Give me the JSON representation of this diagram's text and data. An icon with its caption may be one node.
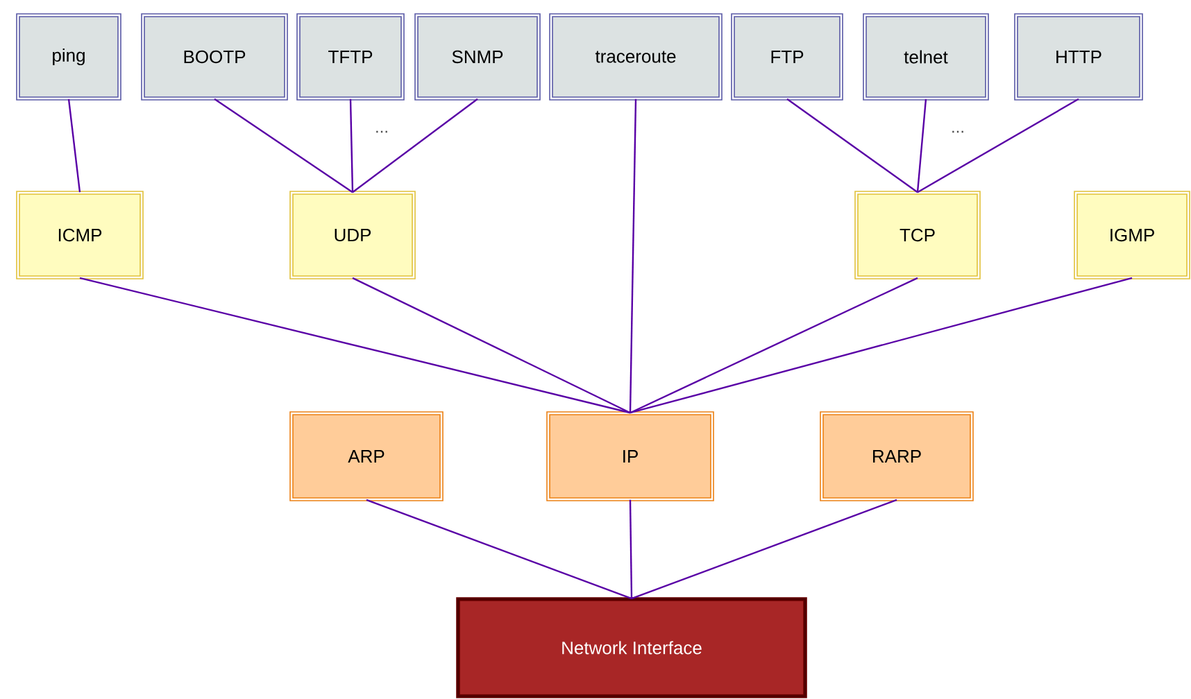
{
  "diagram": {
    "nodes": [
      {
        "text": [
          "ping"
        ]
      },
      {
        "text": [
          "BOOTP"
        ]
      },
      {
        "text": [
          "TFTP"
        ]
      },
      {
        "text": [
          "SNMP"
        ]
      },
      {
        "text": [
          "traceroute"
        ]
      },
      {
        "text": [
          "FTP"
        ]
      },
      {
        "text": [
          "telnet"
        ]
      },
      {
        "text": [
          "HTTP"
        ]
      },
      {
        "text": [
          "ICMP"
        ]
      },
      {
        "text": [
          "UDP"
        ]
      },
      {
        "text": [
          "TCP"
        ]
      },
      {
        "text": [
          "IGMP"
        ]
      },
      {
        "text": [
          "ARP"
        ]
      },
      {
        "text": [
          "IP"
        ]
      },
      {
        "text": [
          "RARP"
        ]
      },
      {
        "text": [
          "Network Interface"
        ]
      }
    ],
    "edges": [
      {
        "from": 0,
        "to": 8,
        "arrow": "none"
      },
      {
        "from": 1,
        "to": 9,
        "arrow": "none"
      },
      {
        "from": 2,
        "to": 9,
        "arrow": "none"
      },
      {
        "from": 3,
        "to": 9,
        "arrow": "none"
      },
      {
        "from": 4,
        "to": 13,
        "arrow": "none"
      },
      {
        "from": 5,
        "to": 10,
        "arrow": "none"
      },
      {
        "from": 6,
        "to": 10,
        "arrow": "none"
      },
      {
        "from": 7,
        "to": 10,
        "arrow": "none"
      },
      {
        "from": 8,
        "to": 13,
        "arrow": "none"
      },
      {
        "from": 9,
        "to": 13,
        "arrow": "none"
      },
      {
        "from": 10,
        "to": 13,
        "arrow": "none"
      },
      {
        "from": 11,
        "to": 13,
        "arrow": "none"
      },
      {
        "from": 12,
        "to": 15,
        "arrow": "none"
      },
      {
        "from": 13,
        "to": 15,
        "arrow": "none"
      },
      {
        "from": 14,
        "to": 15,
        "arrow": "none"
      }
    ],
    "labels": [
      "...",
      "..."
    ]
  }
}
